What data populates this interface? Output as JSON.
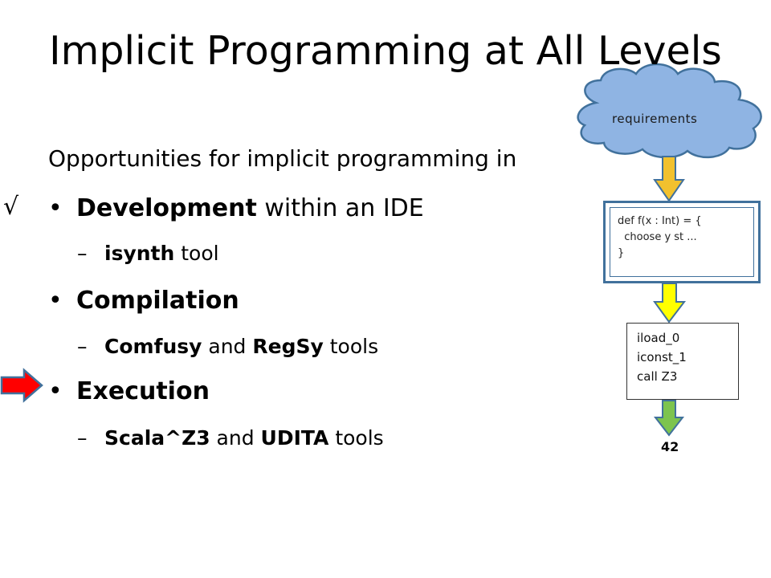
{
  "slide": {
    "title": "Implicit Programming at All Levels",
    "intro": "Opportunities for implicit programming in",
    "bullets": [
      {
        "bold": "Development",
        "rest": " within an IDE",
        "sub": {
          "bold1": "isynth",
          "mid": " tool",
          "bold2": "",
          "rest": ""
        }
      },
      {
        "bold": "Compilation",
        "rest": "",
        "sub": {
          "bold1": "Comfusy",
          "mid": " and ",
          "bold2": "RegSy",
          "rest": " tools"
        }
      },
      {
        "bold": "Execution",
        "rest": "",
        "sub": {
          "bold1": "Scala^Z3",
          "mid": " and ",
          "bold2": "UDITA",
          "rest": " tools"
        }
      }
    ],
    "bullet_glyph": "•",
    "dash_glyph": "–",
    "done_mark": "√",
    "current_marker_icon": "red-right-arrow"
  },
  "diagram": {
    "cloud_label": "requirements",
    "source_code": "def f(x : Int) = {\n  choose y st ...\n}",
    "bytecode": "iload_0\niconst_1\ncall Z3",
    "result": "42",
    "colors": {
      "cloud_fill": "#8fb4e3",
      "cloud_stroke": "#41719c",
      "arrow_top": "#f2c12e",
      "arrow_middle": "#ffff00",
      "arrow_bottom": "#7dc44e",
      "pointer_arrow": "#ff0000",
      "box_border": "#41719c"
    }
  }
}
